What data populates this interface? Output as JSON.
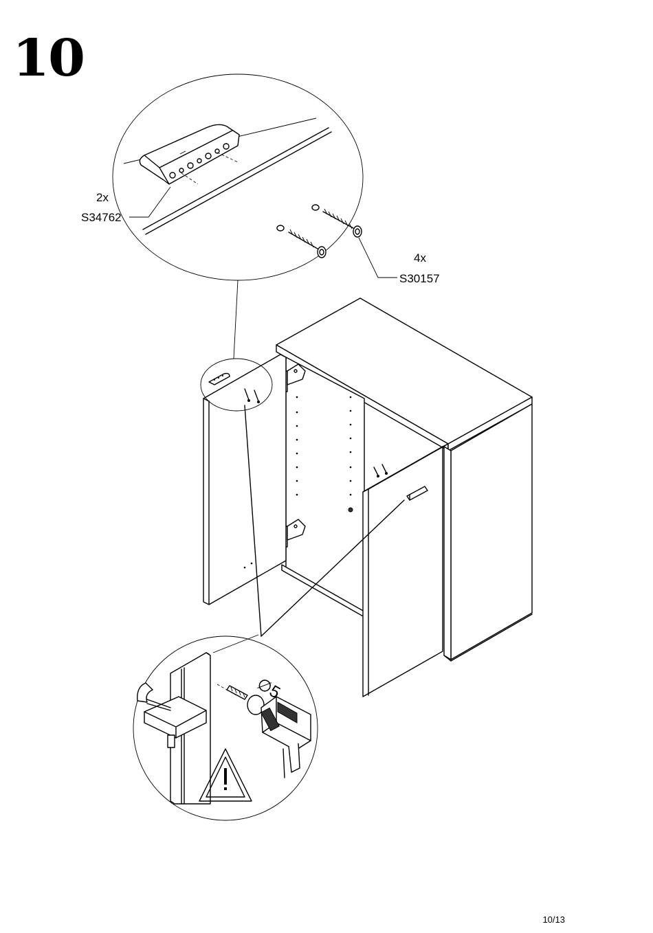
{
  "page": {
    "step_number": "10",
    "page_number": "10/13"
  },
  "parts": {
    "handle": {
      "quantity": "2x",
      "code": "S34762"
    },
    "screw": {
      "quantity": "4x",
      "code": "S30157"
    }
  },
  "drill": {
    "diameter_label": "∅5"
  },
  "icons": {
    "warning": "warning-triangle-icon",
    "drill": "power-drill-icon",
    "clamp": "clamp-icon"
  }
}
